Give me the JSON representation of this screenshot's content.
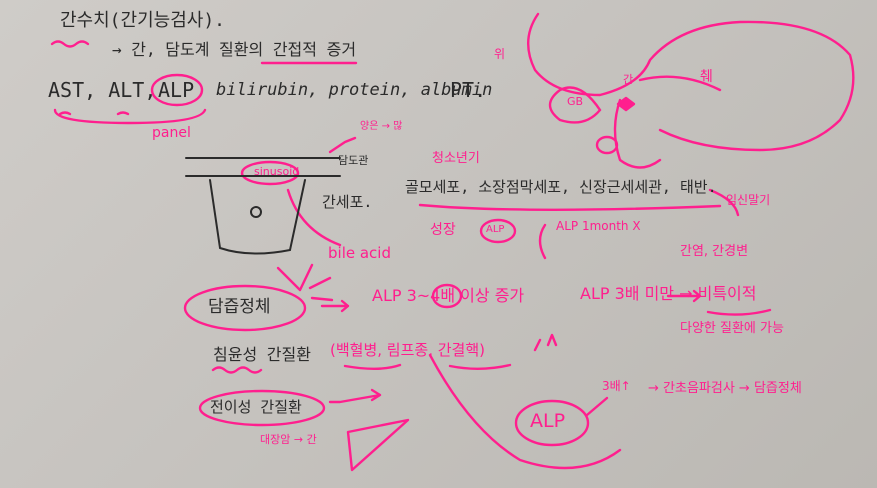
{
  "heading": "간수치(간기능검사).",
  "subheading": "→ 간, 담도계 질환의 간접적 증거",
  "tests": {
    "ast_alt": "AST, ALT,",
    "alp": "ALP",
    "others": "bilirubin, protein, albumin",
    "pt": "PT.",
    "panel": "panel"
  },
  "diagram": {
    "sinusoid": "sinusoid",
    "label_bile_duct": "담도관",
    "label_cell": "간세포.",
    "bile_acid": "bile acid",
    "top_note": "양은 → 많",
    "anatomy_label": "위",
    "gb_label": "GB",
    "liver_label": "간",
    "right_label": "췌"
  },
  "cells": {
    "header": "청소년기",
    "list": "골모세포, 소장점막세포, 신장근세세관, 태반.",
    "growth": "성장",
    "growth_circled": "ALP",
    "alp_note": "ALP 1month X",
    "right_note": "임신말기",
    "liver_note": "간염, 간경변"
  },
  "cholestasis": {
    "label": "담즙정체",
    "result": "ALP 3~4배 이상 증가",
    "compare": "ALP 3배 미만 → 비특이적",
    "various": "다양한 질환에 가능"
  },
  "infiltrative": {
    "label": "침윤성 간질환",
    "examples": "(백혈병, 림프종, 간결핵)"
  },
  "metastatic": {
    "label": "전이성 간질환",
    "note": "대장암 → 간"
  },
  "alp_box": {
    "label": "ALP",
    "arrow_note": "3배↑",
    "ultrasound": "→ 간초음파검사 → 담즙정체"
  }
}
